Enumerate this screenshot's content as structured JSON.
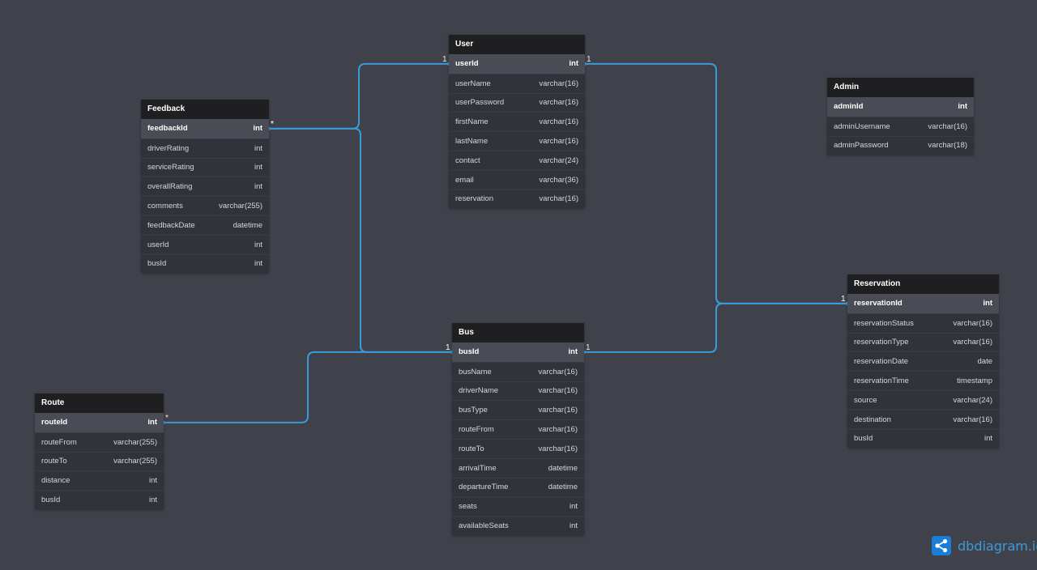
{
  "tables": [
    {
      "id": "user",
      "name": "User",
      "fields": [
        {
          "name": "userId",
          "type": "int",
          "pk": true
        },
        {
          "name": "userName",
          "type": "varchar(16)"
        },
        {
          "name": "userPassword",
          "type": "varchar(16)"
        },
        {
          "name": "firstName",
          "type": "varchar(16)"
        },
        {
          "name": "lastName",
          "type": "varchar(16)"
        },
        {
          "name": "contact",
          "type": "varchar(24)"
        },
        {
          "name": "email",
          "type": "varchar(36)"
        },
        {
          "name": "reservation",
          "type": "varchar(16)"
        }
      ]
    },
    {
      "id": "feedback",
      "name": "Feedback",
      "fields": [
        {
          "name": "feedbackId",
          "type": "int",
          "pk": true
        },
        {
          "name": "driverRating",
          "type": "int"
        },
        {
          "name": "serviceRating",
          "type": "int"
        },
        {
          "name": "overallRating",
          "type": "int"
        },
        {
          "name": "comments",
          "type": "varchar(255)"
        },
        {
          "name": "feedbackDate",
          "type": "datetime"
        },
        {
          "name": "userId",
          "type": "int"
        },
        {
          "name": "busId",
          "type": "int"
        }
      ]
    },
    {
      "id": "admin",
      "name": "Admin",
      "fields": [
        {
          "name": "adminId",
          "type": "int",
          "pk": true
        },
        {
          "name": "adminUsername",
          "type": "varchar(16)"
        },
        {
          "name": "adminPassword",
          "type": "varchar(18)"
        }
      ]
    },
    {
      "id": "bus",
      "name": "Bus",
      "fields": [
        {
          "name": "busId",
          "type": "int",
          "pk": true
        },
        {
          "name": "busName",
          "type": "varchar(16)"
        },
        {
          "name": "driverName",
          "type": "varchar(16)"
        },
        {
          "name": "busType",
          "type": "varchar(16)"
        },
        {
          "name": "routeFrom",
          "type": "varchar(16)"
        },
        {
          "name": "routeTo",
          "type": "varchar(16)"
        },
        {
          "name": "arrivalTime",
          "type": "datetime"
        },
        {
          "name": "departureTime",
          "type": "datetime"
        },
        {
          "name": "seats",
          "type": "int"
        },
        {
          "name": "availableSeats",
          "type": "int"
        }
      ]
    },
    {
      "id": "route",
      "name": "Route",
      "fields": [
        {
          "name": "routeId",
          "type": "int",
          "pk": true
        },
        {
          "name": "routeFrom",
          "type": "varchar(255)"
        },
        {
          "name": "routeTo",
          "type": "varchar(255)"
        },
        {
          "name": "distance",
          "type": "int"
        },
        {
          "name": "busId",
          "type": "int"
        }
      ]
    },
    {
      "id": "reservation",
      "name": "Reservation",
      "fields": [
        {
          "name": "reservationId",
          "type": "int",
          "pk": true
        },
        {
          "name": "reservationStatus",
          "type": "varchar(16)"
        },
        {
          "name": "reservationType",
          "type": "varchar(16)"
        },
        {
          "name": "reservationDate",
          "type": "date"
        },
        {
          "name": "reservationTime",
          "type": "timestamp"
        },
        {
          "name": "source",
          "type": "varchar(24)"
        },
        {
          "name": "destination",
          "type": "varchar(16)"
        },
        {
          "name": "busId",
          "type": "int"
        }
      ]
    }
  ],
  "relationships": [
    {
      "from": "feedback.feedbackId",
      "from_card": "*",
      "to": "user.userId",
      "to_card": "1"
    },
    {
      "from": "feedback.feedbackId",
      "from_card": "*",
      "to": "bus.busId",
      "to_card": "1"
    },
    {
      "from": "route.routeId",
      "from_card": "*",
      "to": "bus.busId",
      "to_card": "1"
    },
    {
      "from": "user.userId",
      "from_card": "1",
      "to": "reservation.reservationId",
      "to_card": "1"
    },
    {
      "from": "bus.busId",
      "from_card": "1",
      "to": "reservation.reservationId",
      "to_card": "1"
    }
  ],
  "brand": {
    "text": "dbdiagram.io",
    "icon": "share-icon"
  },
  "colors": {
    "background": "#40424b",
    "link": "#3a9bd8",
    "header": "#1f1f22",
    "body": "#31333b",
    "pk_row": "#4a4c55"
  }
}
